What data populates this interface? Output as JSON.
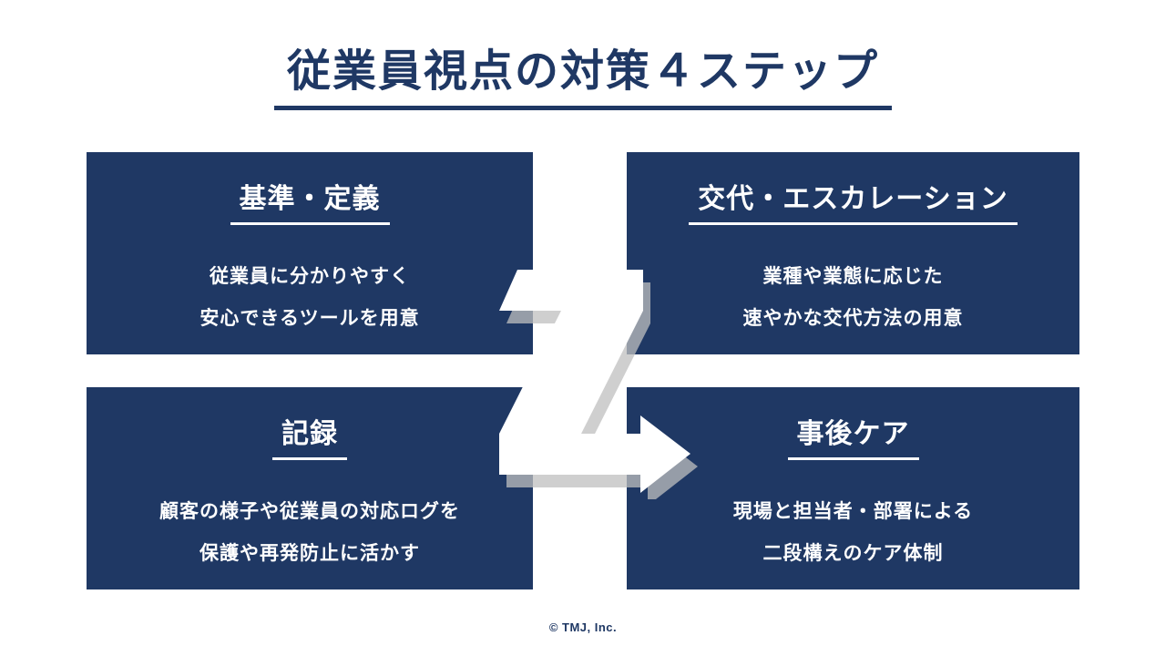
{
  "slide": {
    "title": "従業員視点の対策４ステップ",
    "footer": "© TMJ, Inc.",
    "colors": {
      "navy": "#1f3864",
      "box_background": "#1f3864",
      "text_on_box": "#ffffff",
      "arrow": "#ffffff",
      "arrow_shadow": "#bfbfbf"
    },
    "boxes": [
      {
        "heading": "基準・定義",
        "lines": [
          "従業員に分かりやすく",
          "安心できるツールを用意"
        ]
      },
      {
        "heading": "交代・エスカレーション",
        "lines": [
          "業種や業態に応じた",
          "速やかな交代方法の用意"
        ]
      },
      {
        "heading": "記録",
        "lines": [
          "顧客の様子や従業員の対応ログを",
          "保護や再発防止に活かす"
        ]
      },
      {
        "heading": "事後ケア",
        "lines": [
          "現場と担当者・部署による",
          "二段構えのケア体制"
        ]
      }
    ],
    "arrow": {
      "shape": "z-flow-arrow"
    }
  }
}
